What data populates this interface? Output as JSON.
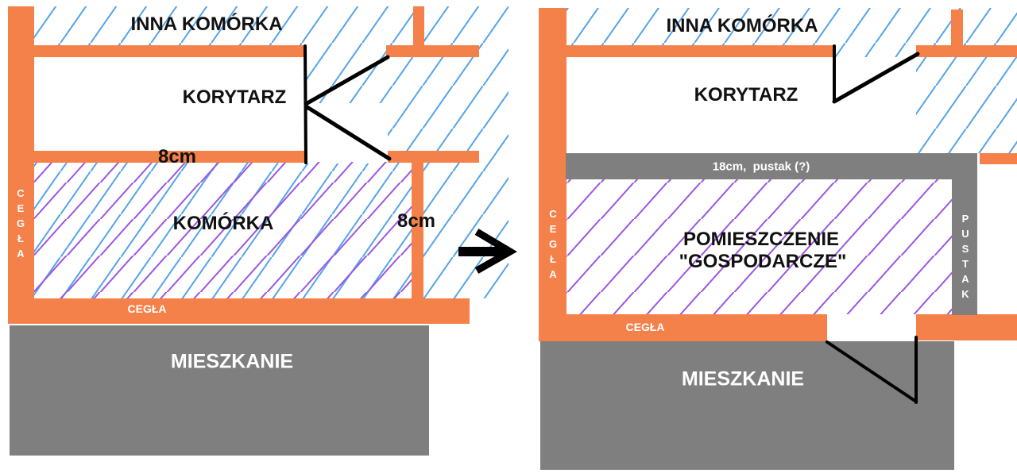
{
  "colors": {
    "wall_brick": "#F5814A",
    "wall_gray": "#7F7F7F",
    "hatch_blue": "#55A4E8",
    "hatch_purple": "#9C57E2",
    "line_black": "#000000",
    "text_dark": "#111111",
    "text_light": "#FFFFFF"
  },
  "left_panel": {
    "labels": {
      "inna_komorka": "INNA KOMÓRKA",
      "korytarz": "KORYTARZ",
      "komorka": "KOMÓRKA",
      "mieszkanie": "MIESZKANIE",
      "cegla_vertical": "CEGŁA",
      "cegla_bottom": "CEGŁA",
      "dim_corridor_wall": "8cm",
      "dim_right_wall": "8cm"
    }
  },
  "right_panel": {
    "labels": {
      "inna_komorka": "INNA KOMÓRKA",
      "korytarz": "KORYTARZ",
      "room_line1": "POMIESZCZENIE",
      "room_line2": "\"GOSPODARCZE\"",
      "mieszkanie": "MIESZKANIE",
      "cegla_vertical": "CEGŁA",
      "cegla_bottom": "CEGŁA",
      "pustak_vertical": "PUSTAK",
      "dim_top_wall": "18cm,  pustak (?)"
    }
  }
}
